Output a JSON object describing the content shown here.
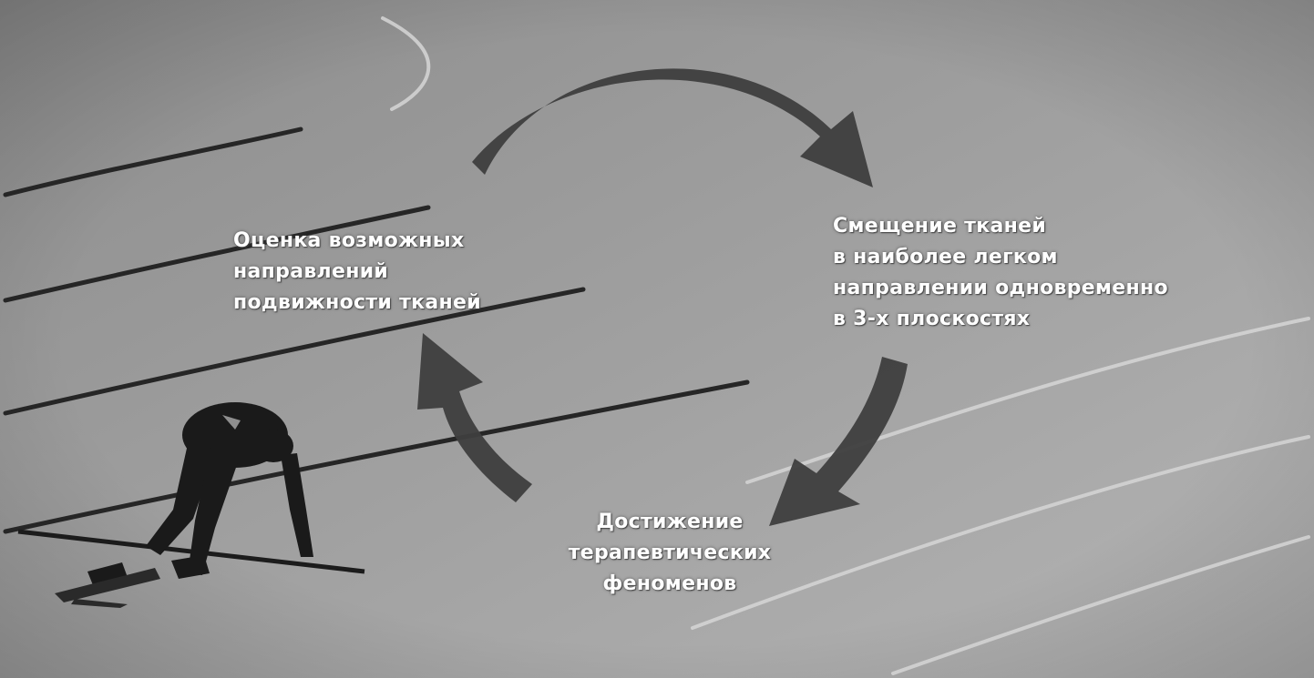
{
  "diagram": {
    "nodes": [
      {
        "id": "assessment",
        "lines": [
          "Оценка возможных",
          "направлений",
          "подвижности тканей"
        ]
      },
      {
        "id": "displacement",
        "lines": [
          "Смещение тканей",
          "в наиболее легком",
          "направлении одновременно",
          "в 3-х плоскостях"
        ]
      },
      {
        "id": "achievement",
        "lines": [
          "Достижение",
          "терапевтических",
          "феноменов"
        ]
      }
    ],
    "cycle_order": [
      "assessment",
      "displacement",
      "achievement"
    ],
    "arrow_color": "#3e3e3e",
    "background_color": "#9a9a9a",
    "text_color": "#ffffff",
    "photo_subject": "sprinter-in-starting-blocks-on-track"
  }
}
